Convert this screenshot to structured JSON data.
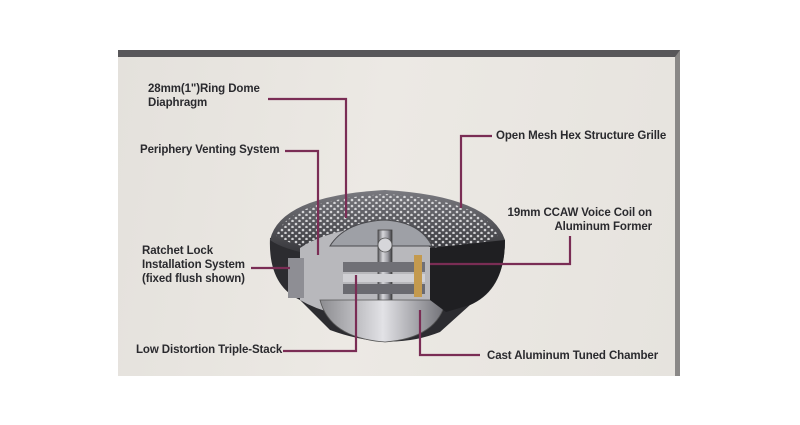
{
  "labels": {
    "ring_dome_line1": "28mm(1\")Ring Dome",
    "ring_dome_line2": "Diaphragm",
    "periphery_venting": "Periphery Venting System",
    "open_mesh": "Open Mesh Hex Structure Grille",
    "voice_coil_line1": "19mm CCAW Voice Coil on",
    "voice_coil_line2": "Aluminum Former",
    "ratchet_line1": "Ratchet Lock",
    "ratchet_line2": "Installation System",
    "ratchet_line3": "(fixed flush shown)",
    "low_distortion": "Low Distortion Triple-Stack",
    "cast_aluminum": "Cast Aluminum Tuned Chamber"
  },
  "colors": {
    "leader_line": "#7a2d55",
    "text": "#2a2a2e",
    "card": "#e8e5e0",
    "metal_dark": "#3a3a3c",
    "metal_light": "#cfcfd2"
  }
}
